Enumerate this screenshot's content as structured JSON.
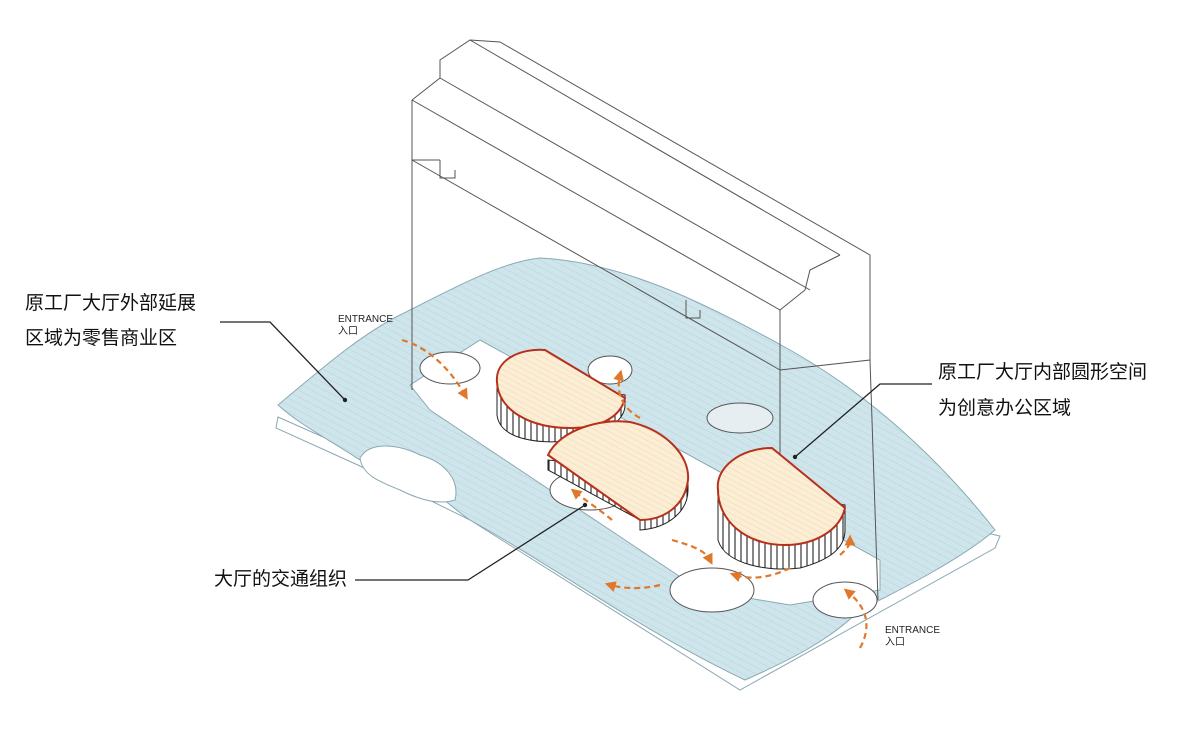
{
  "labels": {
    "retail_line1": "原工厂大厅外部延展",
    "retail_line2": "区域为零售商业区",
    "office_line1": "原工厂大厅内部圆形空间",
    "office_line2": "为创意办公区域",
    "circulation": "大厅的交通组织"
  },
  "entrances": [
    {
      "en": "ENTRANCE",
      "zh": "入口"
    },
    {
      "en": "ENTRANCE",
      "zh": "入口"
    }
  ],
  "colors": {
    "plate": "#cfe5ec",
    "plate_stroke": "#8aa9b3",
    "floor": "#ffffff",
    "pod_fill": "#fbeed5",
    "pod_stroke": "#b7301c",
    "arrow": "#e0782c",
    "hall_stroke": "#555555"
  }
}
